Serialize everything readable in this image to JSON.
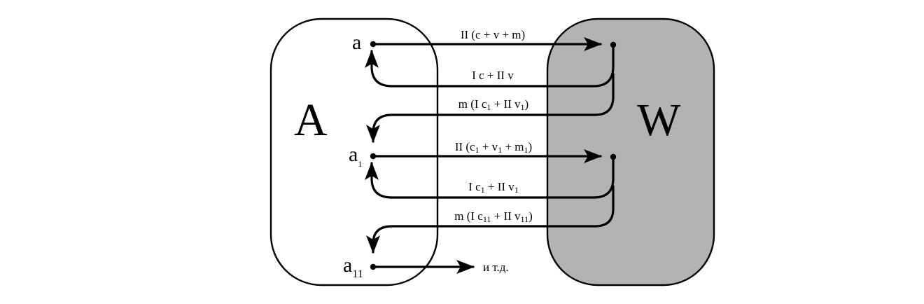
{
  "sets": {
    "a_label": "A",
    "w_label": "W",
    "w_fill": "#b3b3b3"
  },
  "nodes": {
    "a0": "a",
    "a1_base": "a",
    "a1_sub": "1",
    "a11_base": "a",
    "a11_sub": "11"
  },
  "edges": {
    "e1": {
      "t1": "II (c + v + m)"
    },
    "e2": {
      "t1": "I c + II v"
    },
    "e3": {
      "t1": "m (I c",
      "s1": "1",
      "t2": " + II v",
      "s2": "1",
      "t3": ")"
    },
    "e4": {
      "t1": "II (c",
      "s1": "1",
      "t2": " + v",
      "s2": "1",
      "t3": " + m",
      "s3": "1",
      "t4": ")"
    },
    "e5": {
      "t1": "I c",
      "s1": "1",
      "t2": " + II v",
      "s2": "1"
    },
    "e6": {
      "t1": "m (I c",
      "s1": "11",
      "t2": " + II v",
      "s2": "11",
      "t3": ")"
    },
    "e7": {
      "t1": "и т.д."
    }
  }
}
